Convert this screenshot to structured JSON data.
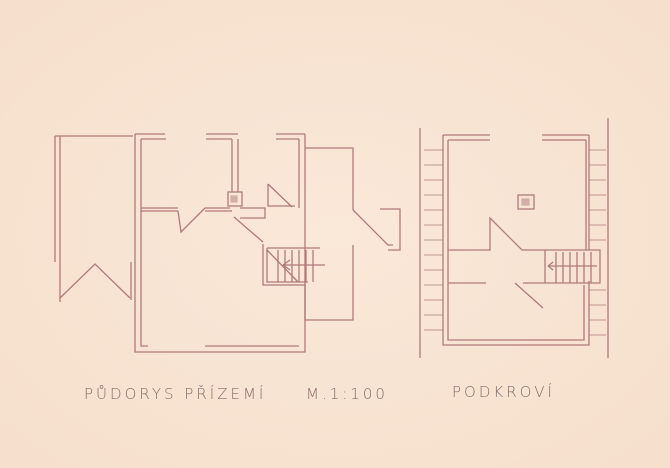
{
  "drawing": {
    "ground_floor_label": "PŮDORYS PŘÍZEMÍ",
    "scale_label": "M.1:100",
    "attic_label": "PODKROVÍ",
    "line_color": "#b07a7a",
    "paper_color": "#f8e4d3",
    "text_color": "#8a6a6a"
  }
}
